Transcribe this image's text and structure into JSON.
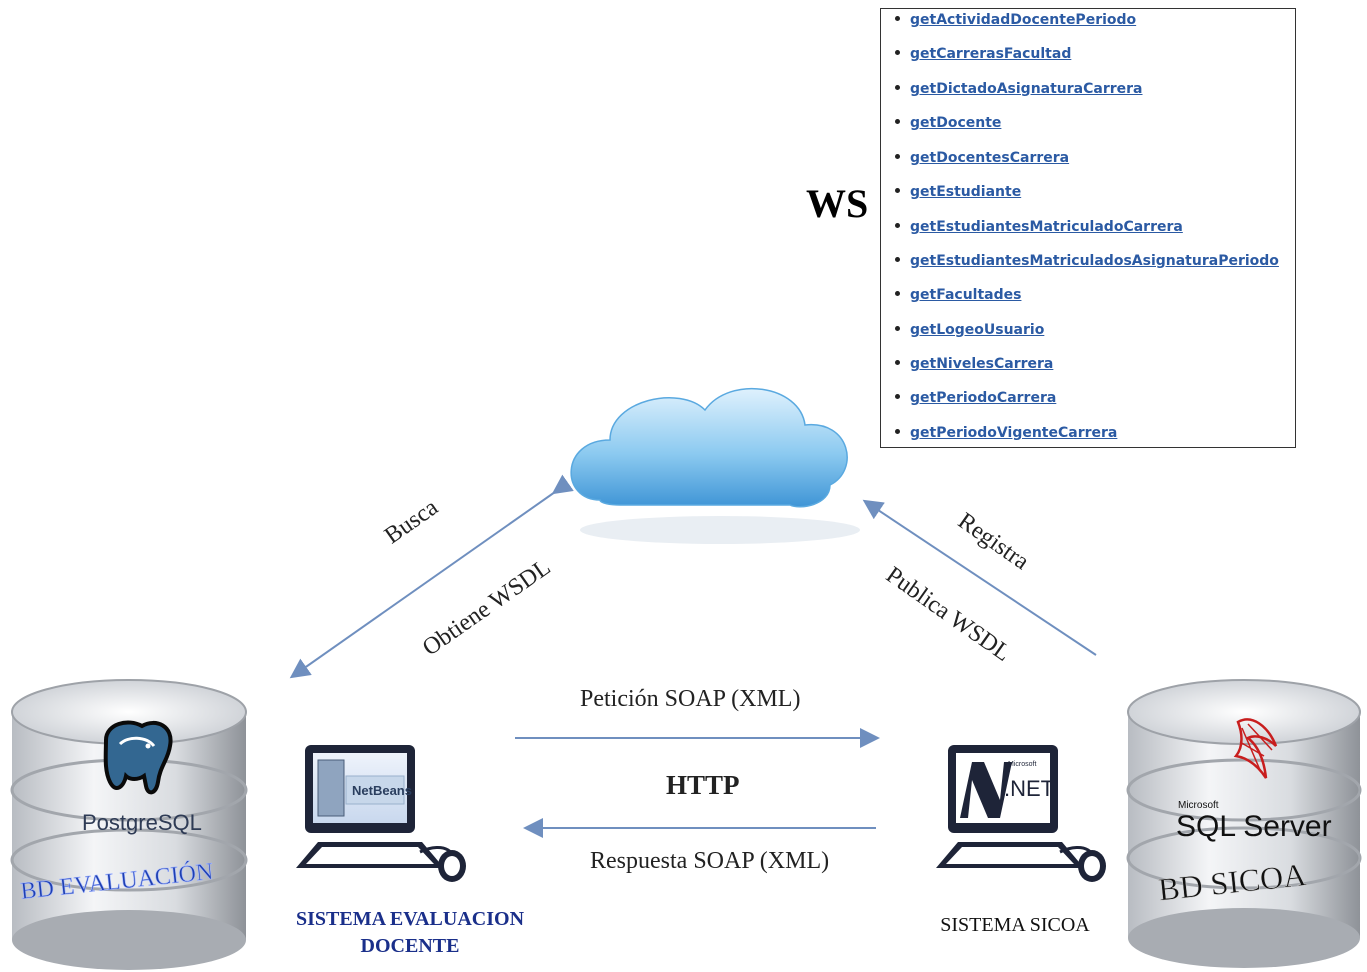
{
  "ws_label": "WS",
  "ws_methods": [
    "getActividadDocentePeriodo",
    "getCarrerasFacultad",
    "getDictadoAsignaturaCarrera",
    "getDocente",
    "getDocentesCarrera",
    "getEstudiante",
    "getEstudiantesMatriculadoCarrera",
    "getEstudiantesMatriculadosAsignaturaPeriodo",
    "getFacultades",
    "getLogeoUsuario",
    "getNivelesCarrera",
    "getPeriodoCarrera",
    "getPeriodoVigenteCarrera"
  ],
  "left_arrow": {
    "label_top": "Busca",
    "label_bottom": "Obtiene WSDL"
  },
  "right_arrow": {
    "label_top": "Registra",
    "label_bottom": "Publica WSDL"
  },
  "request_label": "Petición SOAP (XML)",
  "protocol_label": "HTTP",
  "response_label": "Respuesta SOAP (XML)",
  "left_db": {
    "brand": "PostgreSQL",
    "name": "BD EVALUACIÓN"
  },
  "right_db": {
    "brand_small": "Microsoft",
    "brand": "SQL Server",
    "name": "BD SICOA"
  },
  "left_system": {
    "screen_text": "NetBeans",
    "name_line1": "SISTEMA EVALUACION",
    "name_line2": "DOCENTE"
  },
  "right_system": {
    "screen_text": ".NET",
    "screen_small": "Microsoft",
    "name": "SISTEMA SICOA"
  },
  "colors": {
    "link": "#2b5aa3",
    "arrow": "#6f8fbf",
    "db_blue": "#1e3fb0",
    "system_label": "#1a2f8a"
  }
}
